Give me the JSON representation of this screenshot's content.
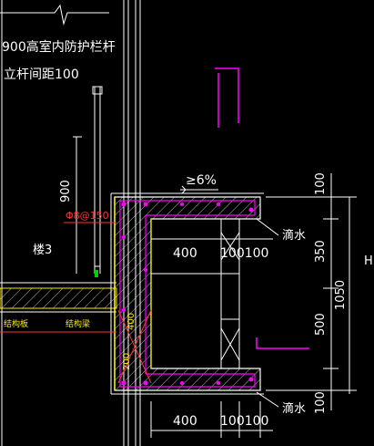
{
  "texts": {
    "railing_height": "900高室内防护栏杆",
    "baluster_spacing": "立杆间距100",
    "dim_900": "900",
    "slope": "≥6%",
    "rebar": "Φ8@150",
    "floor": "楼3",
    "dim_400_upper": "400",
    "dim_100_100_upper": "100100",
    "drip_upper": "滴水",
    "dim_100_top": "100",
    "dim_350": "350",
    "dim_1050": "1050",
    "dim_500": "500",
    "dim_100_bottom": "100",
    "slab": "结构板",
    "beam": "结构梁",
    "inner_400": "400",
    "inner_200": "200",
    "dim_400_lower": "400",
    "dim_100_100_lower": "100100",
    "drip_lower": "滴水",
    "right_edge": "H"
  },
  "colors": {
    "background": "#000000",
    "line": "#ffffff",
    "magenta": "#ff00ff",
    "yellow": "#ffe800",
    "red": "#ff3030",
    "green": "#00d000"
  }
}
